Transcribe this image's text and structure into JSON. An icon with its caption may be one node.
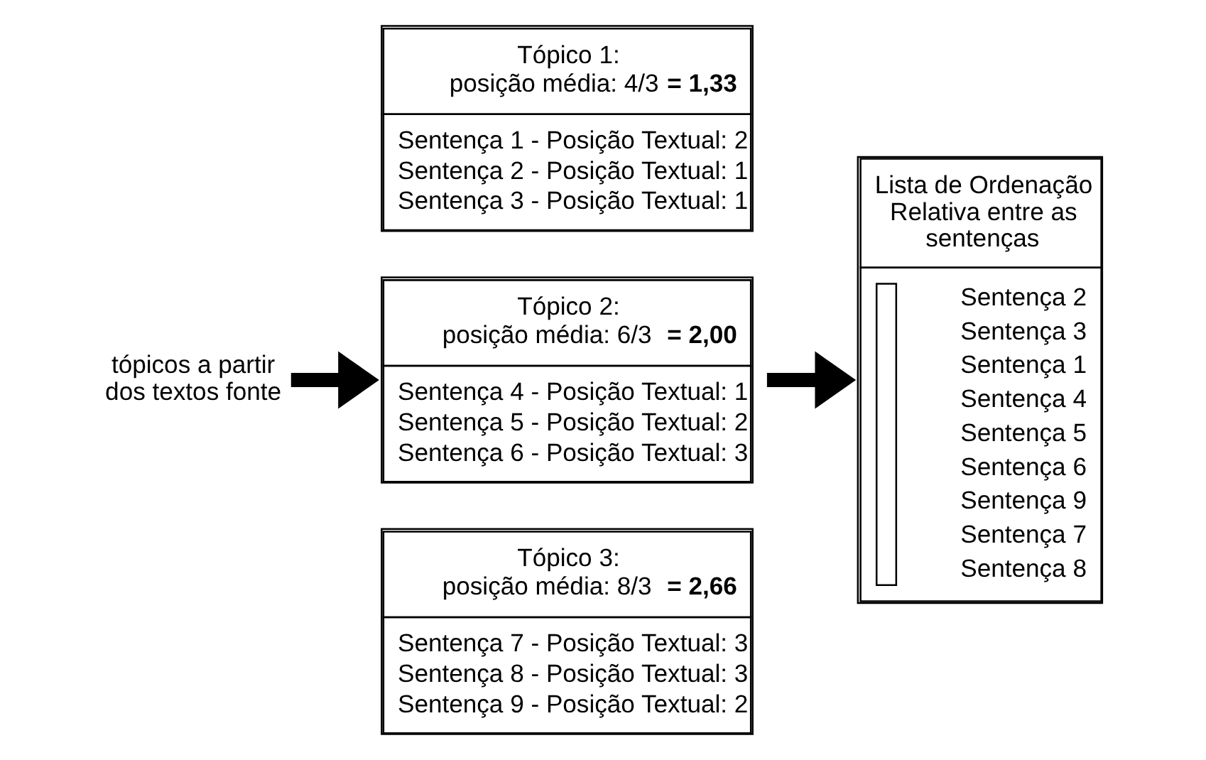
{
  "diagram": {
    "nodes": [
      {
        "text": [
          "tópicos a partir dos textos fonte"
        ]
      },
      {
        "text": [
          "Tópico 1:",
          "posição média: 4/3 **= 1,33**",
          "Sentença 1 - Posição Textual: 2",
          "Sentença 2 - Posição Textual: 1",
          "Sentença 3 - Posição Textual: 1"
        ]
      },
      {
        "text": [
          "Tópico 2:",
          "posição média: 6/3  **= 2,00**",
          "Sentença 4 - Posição Textual: 1",
          "Sentença 5 - Posição Textual: 2",
          "Sentença 6 - Posição Textual: 3"
        ]
      },
      {
        "text": [
          "Tópico 3:",
          "posição média: 8/3  **= 2,66**",
          "Sentença 7 - Posição Textual: 3",
          "Sentença 8 - Posição Textual: 3",
          "Sentença 9 - Posição Textual: 2"
        ]
      },
      {
        "text": [
          "Lista de Ordenação Relativa entre as sentenças",
          "Sentença 2",
          "Sentença 3",
          "Sentença 1",
          "Sentença 4",
          "Sentença 5",
          "Sentença 6",
          "Sentença 9",
          "Sentença 7",
          "Sentença 8"
        ]
      }
    ],
    "edges": [
      {
        "from": 0,
        "to": 2,
        "arrow": "to"
      },
      {
        "from": 2,
        "to": 4,
        "arrow": "to"
      }
    ]
  }
}
